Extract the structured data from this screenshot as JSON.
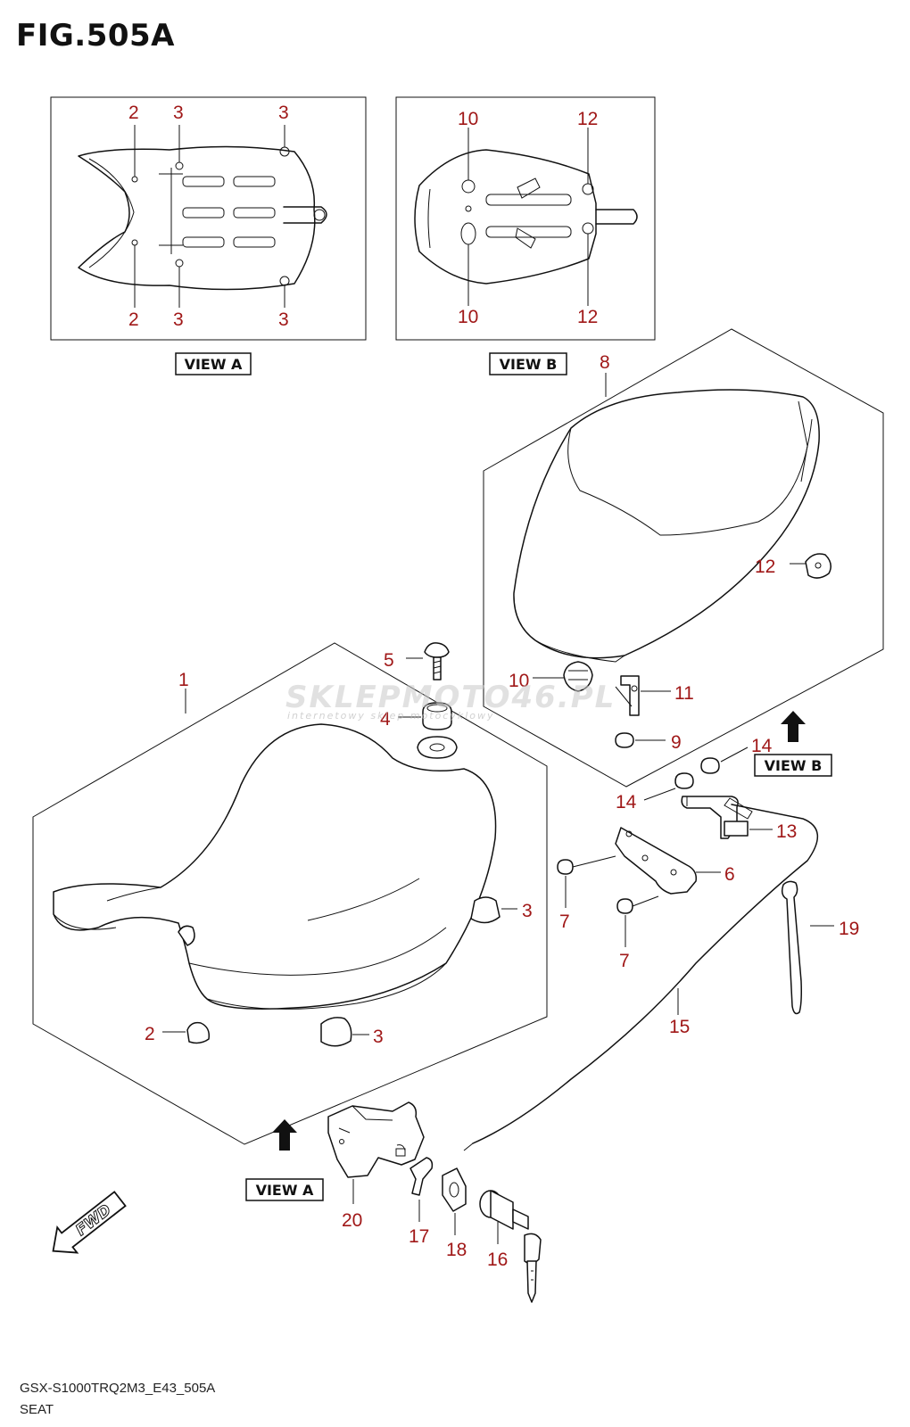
{
  "figure": {
    "title": "FIG.505A",
    "model_code": "GSX-S1000TRQ2M3_E43_505A",
    "section_name": "SEAT"
  },
  "views": {
    "view_a_label": "VIEW A",
    "view_b_label": "VIEW B",
    "fwd_label": "FWD"
  },
  "callouts": {
    "va_2_top": "2",
    "va_3_top_left": "3",
    "va_3_top_right": "3",
    "va_2_bottom": "2",
    "va_3_bottom_left": "3",
    "va_3_bottom_right": "3",
    "vb_10_top": "10",
    "vb_12_top": "12",
    "vb_10_bottom": "10",
    "vb_12_bottom": "12",
    "p1": "1",
    "p2": "2",
    "p3_right": "3",
    "p3_bottom": "3",
    "p4": "4",
    "p5": "5",
    "p6": "6",
    "p7_a": "7",
    "p7_b": "7",
    "p8": "8",
    "p9": "9",
    "p10": "10",
    "p11": "11",
    "p12": "12",
    "p13": "13",
    "p14_a": "14",
    "p14_b": "14",
    "p15": "15",
    "p16": "16",
    "p17": "17",
    "p18": "18",
    "p19": "19",
    "p20": "20"
  },
  "watermark": {
    "brand": "SKLEPMOTO46.PL",
    "tagline": "internetowy sklep motocyklowy"
  },
  "colors": {
    "callout_text": "#a01818",
    "line": "#111111",
    "background": "#ffffff"
  }
}
